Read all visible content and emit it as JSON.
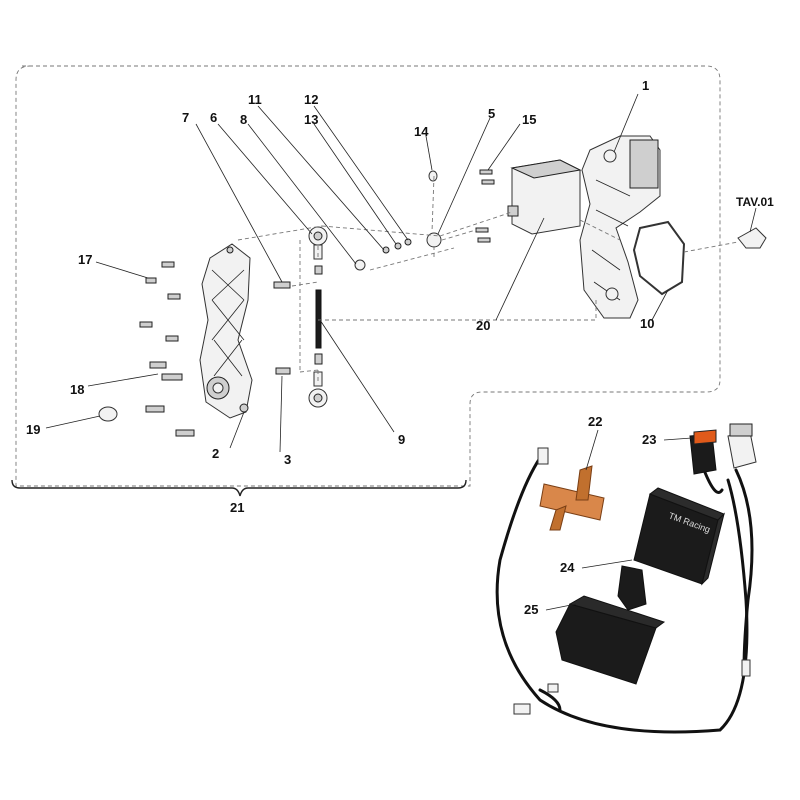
{
  "diagram": {
    "callouts": [
      "1",
      "2",
      "3",
      "5",
      "6",
      "7",
      "8",
      "9",
      "10",
      "11",
      "12",
      "13",
      "14",
      "15",
      "17",
      "18",
      "19",
      "20",
      "21",
      "22",
      "23",
      "24",
      "25"
    ],
    "reference": "TAV.01",
    "ecu_text": [
      "TM Racing"
    ]
  }
}
